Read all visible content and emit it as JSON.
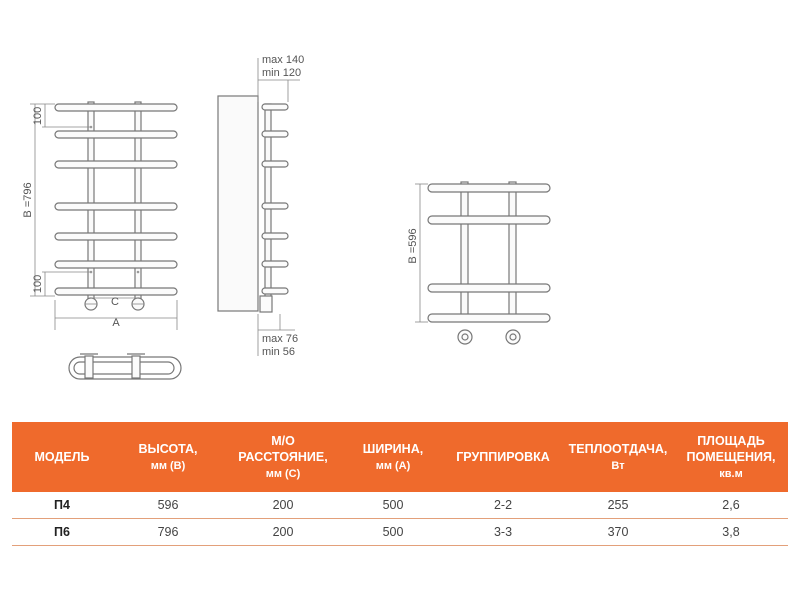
{
  "drawing_labels": {
    "front_height": "B =796",
    "top_gap": "100",
    "bottom_gap": "100",
    "center_distance": "C",
    "width": "A",
    "side_max_top": "max 140",
    "side_min_top": "min 120",
    "side_max_bottom": "max 76",
    "side_min_bottom": "min 56",
    "small_height": "B =596"
  },
  "table": {
    "headers": [
      {
        "line1": "МОДЕЛЬ",
        "line2": ""
      },
      {
        "line1": "ВЫСОТА,",
        "line2": "мм (В)"
      },
      {
        "line1": "М/О РАССТОЯНИЕ,",
        "line2": "мм (С)"
      },
      {
        "line1": "ШИРИНА,",
        "line2": "мм (А)"
      },
      {
        "line1": "ГРУППИРОВКА",
        "line2": ""
      },
      {
        "line1": "ТЕПЛООТДАЧА,",
        "line2": "Вт"
      },
      {
        "line1": "ПЛОЩАДЬ ПОМЕЩЕНИЯ,",
        "line2": "кв.м"
      }
    ],
    "rows": [
      [
        "П4",
        "596",
        "200",
        "500",
        "2-2",
        "255",
        "2,6"
      ],
      [
        "П6",
        "796",
        "200",
        "500",
        "3-3",
        "370",
        "3,8"
      ]
    ]
  },
  "colors": {
    "header_bg": "#ef6a2c",
    "header_text": "#ffffff",
    "row_border": "#e3a07a"
  }
}
